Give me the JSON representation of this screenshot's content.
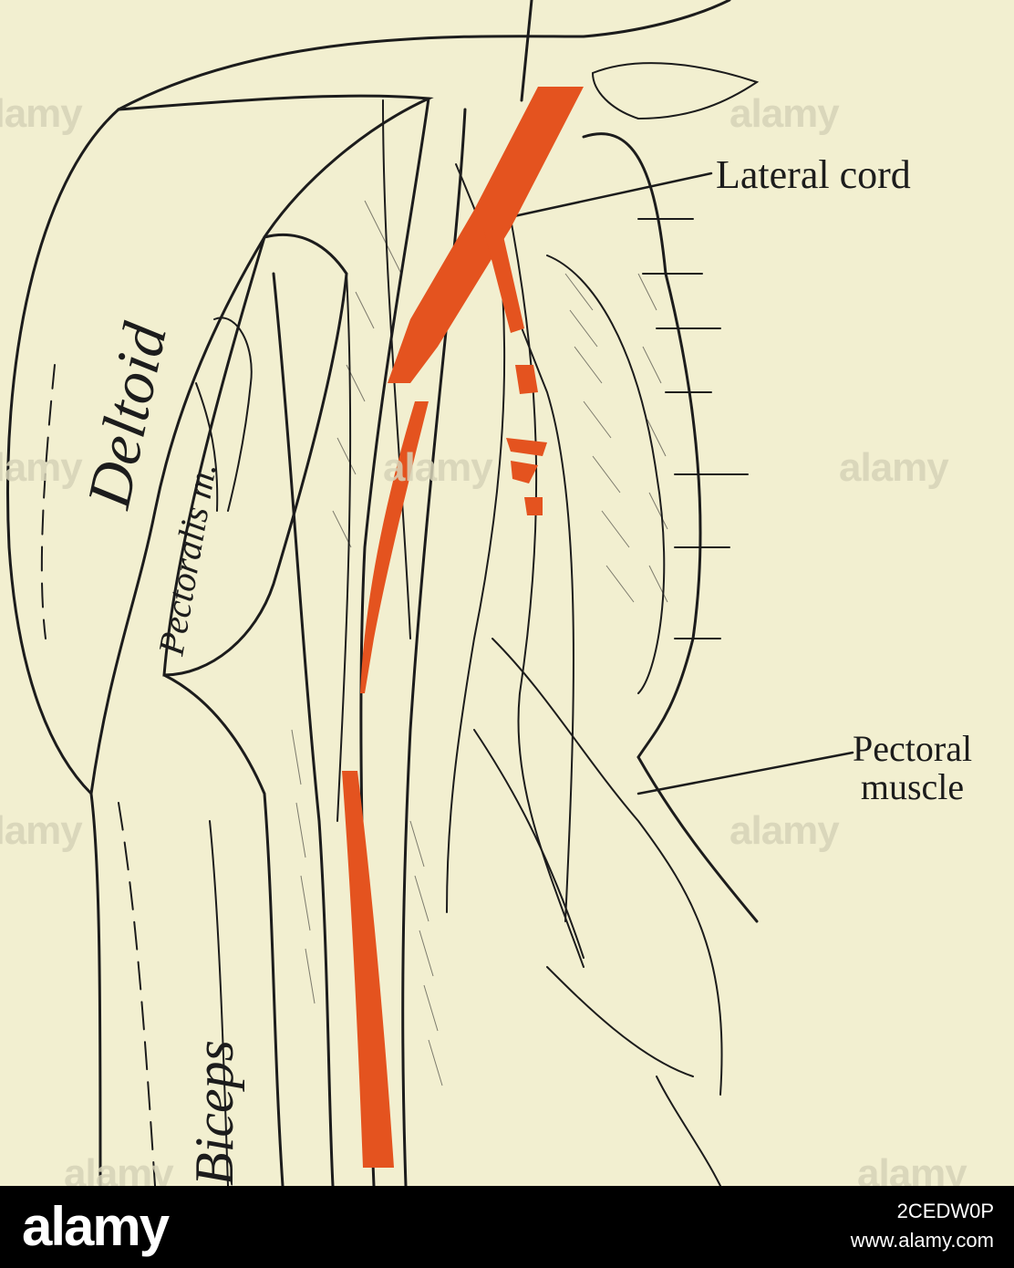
{
  "figure": {
    "labels": {
      "lateral_cord": "Lateral cord",
      "pectoral_line1": "Pectoral",
      "pectoral_line2": "muscle",
      "deltoid": "Deltoid",
      "pectoralis_m": "Pectoralis m.",
      "biceps": "Biceps"
    },
    "colors": {
      "paper": "#f2efd0",
      "ink": "#1c1c1c",
      "artery": "#e4531f"
    }
  },
  "watermark": {
    "text": "alamy"
  },
  "footer": {
    "logo": "alamy",
    "image_id": "2CEDW0P",
    "site": "www.alamy.com"
  }
}
